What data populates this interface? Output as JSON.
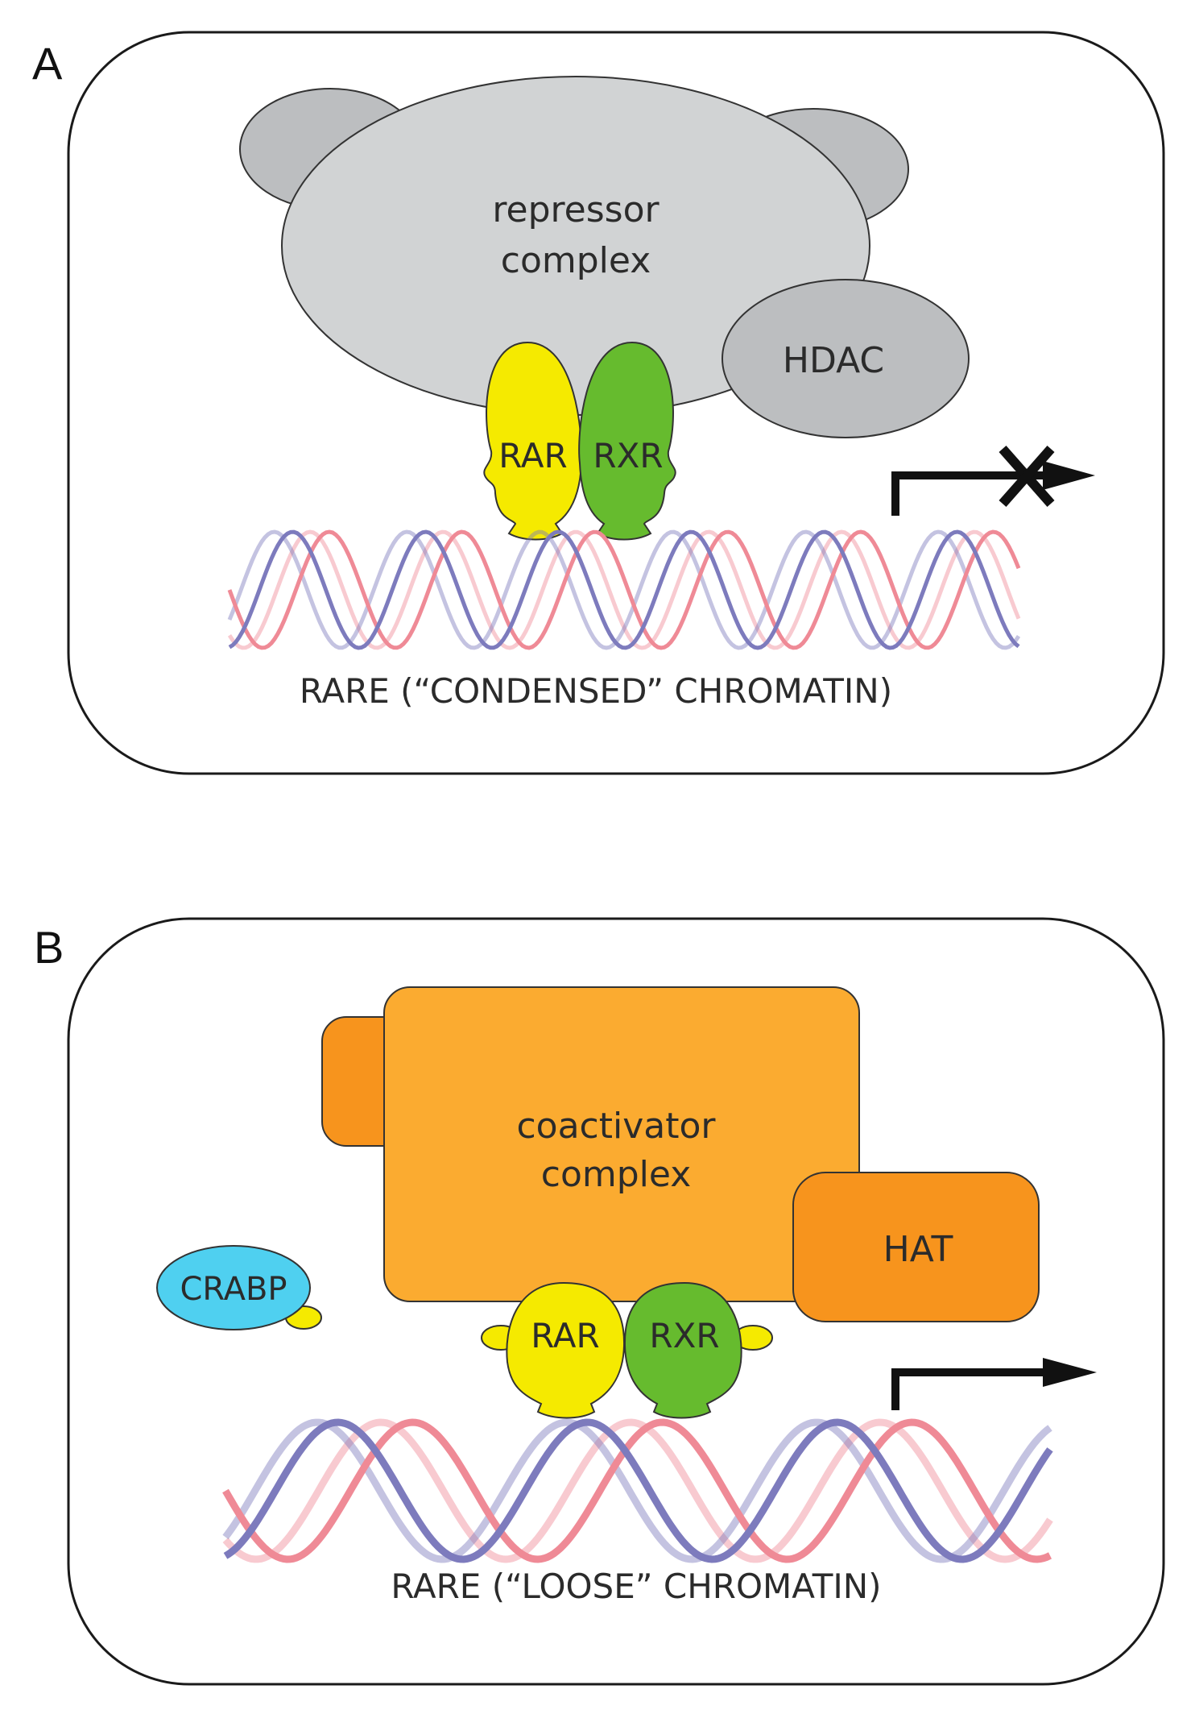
{
  "panel_a": {
    "letter": "A",
    "repressor_line1": "repressor",
    "repressor_line2": "complex",
    "hdac": "HDAC",
    "rar": "RAR",
    "rxr": "RXR",
    "caption": "RARE (“CONDENSED” CHROMATIN)"
  },
  "panel_b": {
    "letter": "B",
    "coactivator_line1": "coactivator",
    "coactivator_line2": "complex",
    "hat": "HAT",
    "crabp": "CRABP",
    "rar": "RAR",
    "rxr": "RXR",
    "caption": "RARE (“LOOSE” CHROMATIN)"
  },
  "colors": {
    "rar": "#f5ea00",
    "rxr": "#66bb2e",
    "repressor": "#d1d3d4",
    "hdac": "#bcbec0",
    "coactivator": "#fbab30",
    "hat": "#f7941d",
    "crabp": "#4fd0f0",
    "dna_blue": "#7d7bbd",
    "dna_red": "#ef8a96"
  }
}
